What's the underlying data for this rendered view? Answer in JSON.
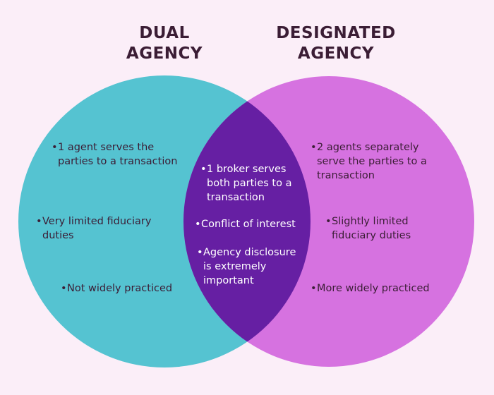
{
  "colors": {
    "background": "#fbeef8",
    "left_circle": "#55c3d1",
    "right_circle": "#d672e0",
    "overlap": "#661fa3",
    "dark_text": "#3b1d35",
    "light_text": "#ffffff"
  },
  "left": {
    "title_line1": "DUAL",
    "title_line2": "AGENCY",
    "items": [
      {
        "line1": "1 agent serves the",
        "line2": "parties to a transaction"
      },
      {
        "line1": "Very limited fiduciary",
        "line2": "duties"
      },
      {
        "line1": "Not widely practiced"
      }
    ]
  },
  "right": {
    "title_line1": "DESIGNATED",
    "title_line2": "AGENCY",
    "items": [
      {
        "line1": "2 agents separately",
        "line2": "serve the parties to a",
        "line3": "transaction"
      },
      {
        "line1": "Slightly limited",
        "line2": "fiduciary duties"
      },
      {
        "line1": "More widely practiced"
      }
    ]
  },
  "overlap": {
    "items": [
      {
        "line1": "1 broker serves",
        "line2": "both parties to a",
        "line3": "transaction"
      },
      {
        "line1": "Conflict of interest"
      },
      {
        "line1": "Agency disclosure",
        "line2": "is extremely",
        "line3": "important"
      }
    ]
  },
  "bullet": "•"
}
